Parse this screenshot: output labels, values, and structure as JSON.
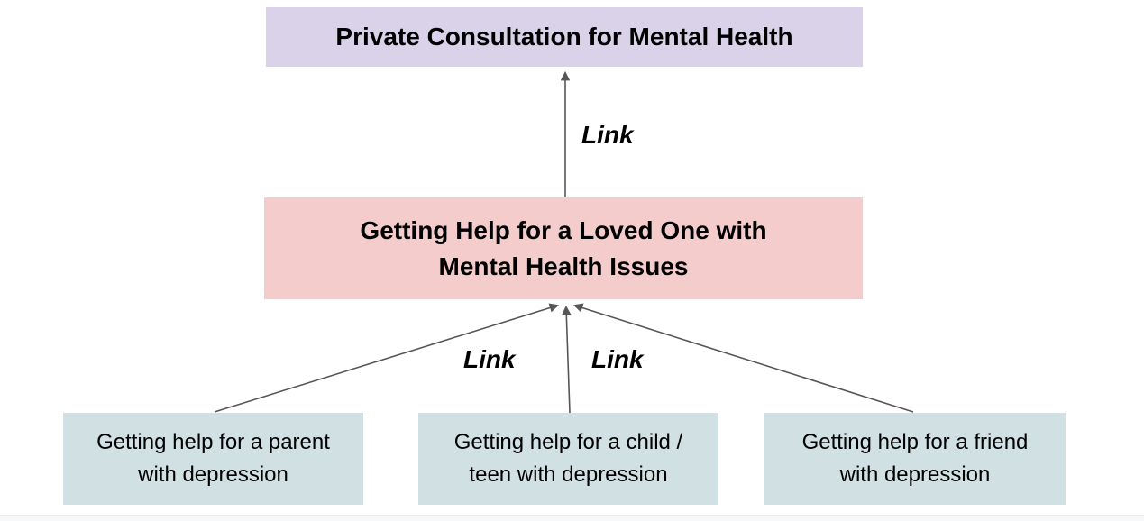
{
  "colors": {
    "canvas_bg": "#ffffff",
    "root_box_bg": "#d9d2e9",
    "hub_box_bg": "#f4cccc",
    "leaf_box_bg": "#d0e0e3",
    "arrow": "#565656",
    "text": "#000000",
    "footer_strip_bg": "#f6f8fa",
    "footer_strip_border": "#e9ebee"
  },
  "diagram": {
    "root_box": {
      "lines": [
        "Private Consultation for Mental Health"
      ]
    },
    "hub_box": {
      "lines": [
        "Getting Help for a Loved One with",
        "Mental Health Issues"
      ]
    },
    "leaf_boxes": [
      {
        "lines": [
          "Getting help for a parent",
          "with depression"
        ]
      },
      {
        "lines": [
          "Getting help for a child /",
          "teen with depression"
        ]
      },
      {
        "lines": [
          "Getting help for a friend",
          "with depression"
        ]
      }
    ],
    "edge_labels": {
      "top": "Link",
      "lower_left": "Link",
      "lower_right": "Link"
    }
  }
}
